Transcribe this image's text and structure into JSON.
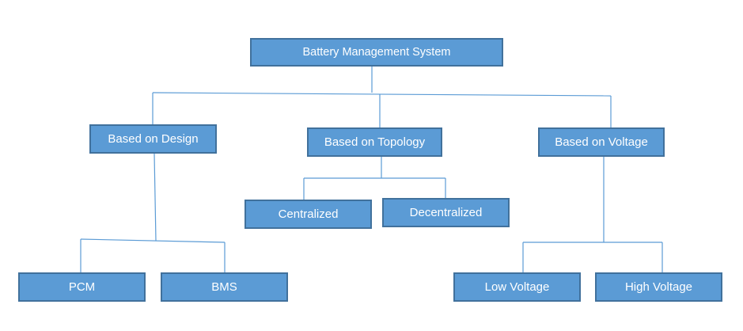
{
  "diagram": {
    "root": "Battery Management System",
    "categories": {
      "design": "Based on Design",
      "topology": "Based on Topology",
      "voltage": "Based on Voltage"
    },
    "design_children": [
      "PCM",
      "BMS"
    ],
    "topology_children": [
      "Centralized",
      "Decentralized"
    ],
    "voltage_children": [
      "Low Voltage",
      "High Voltage"
    ]
  }
}
